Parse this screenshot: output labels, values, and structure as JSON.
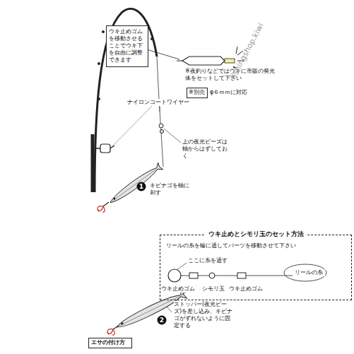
{
  "diagram": {
    "nodes": [
      {
        "text": [
          "ウキ止めゴムを移動させることでウキ下を自由に調整できます"
        ]
      },
      {
        "text": [
          "※別売"
        ]
      },
      {
        "text": [
          "1"
        ]
      },
      {
        "text": [
          "ウキ止めとシモリ玉のセット方法",
          "リールの糸を輪に通してパーツを移動させて下さい"
        ]
      },
      {
        "text": [
          "2"
        ]
      },
      {
        "text": [
          "エサの付け方"
        ]
      }
    ],
    "labels": [
      "※夜釣りなどではウキに市販の発光体をセットして下さい",
      "φ６ｍｍに対応",
      "ナイロンコートワイヤー",
      "上の夜光ビーズは軸からはずしておく",
      "キビナゴを軸に刺す",
      "ここに糸を通す",
      "ウキ止めゴム",
      "シモリ玉",
      "ウキ止めゴム",
      "リールの糸",
      "ストッパー(夜光ビーズ)を差し込み、キビナゴがずれないように固定する",
      "fishingshop.kiwi"
    ]
  }
}
